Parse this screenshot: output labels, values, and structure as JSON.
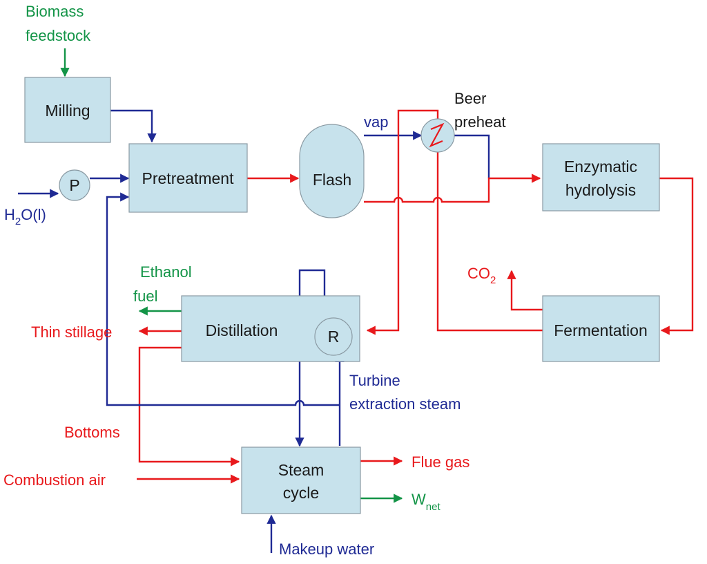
{
  "units": {
    "milling": "Milling",
    "pretreatment": "Pretreatment",
    "flash": "Flash",
    "pump": "P",
    "hydrolysis_line1": "Enzymatic",
    "hydrolysis_line2": "hydrolysis",
    "distillation": "Distillation",
    "reboiler": "R",
    "fermentation": "Fermentation",
    "steam_line1": "Steam",
    "steam_line2": "cycle"
  },
  "labels": {
    "biomass_line1": "Biomass",
    "biomass_line2": "feedstock",
    "water_h": "H",
    "water_sub": "2",
    "water_rest": "O(l)",
    "vap": "vap",
    "beer_line1": "Beer",
    "beer_line2": "preheat",
    "co2_main": "CO",
    "co2_sub": "2",
    "ethanol_line1": "Ethanol",
    "ethanol_line2": "fuel",
    "thin_stillage": "Thin stillage",
    "turbine_line1": "Turbine",
    "turbine_line2": "extraction steam",
    "bottoms": "Bottoms",
    "combustion_air": "Combustion air",
    "flue_gas": "Flue gas",
    "wnet_main": "W",
    "wnet_sub": "net",
    "makeup_water": "Makeup water"
  },
  "colors": {
    "unit_fill": "#c7e2ec",
    "liquid_stream": "#e8191c",
    "steam_water_stream": "#1f2a94",
    "product_stream": "#139447"
  }
}
